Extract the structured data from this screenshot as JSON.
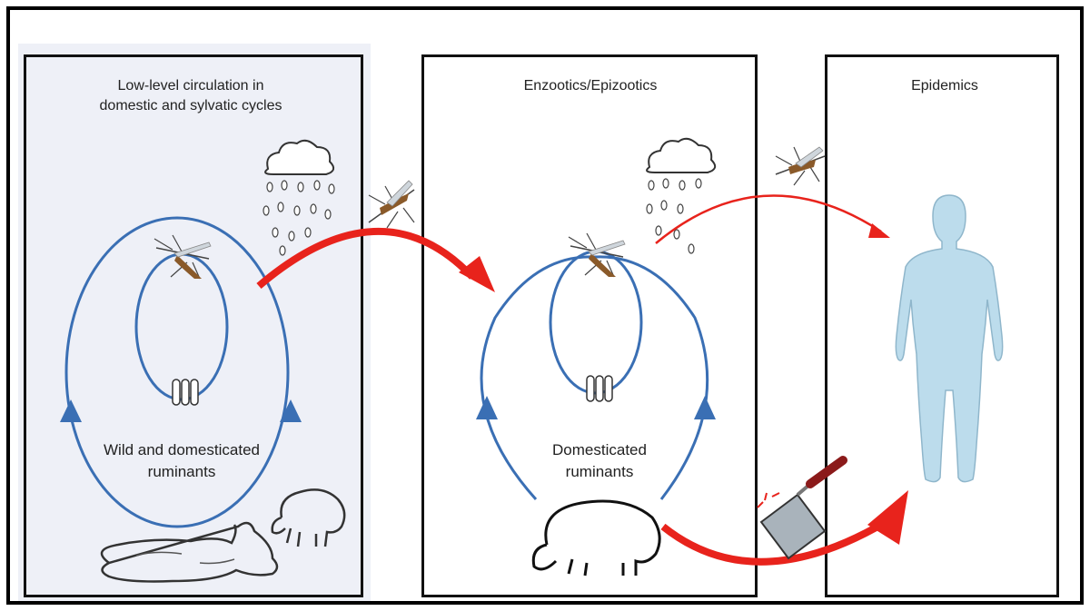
{
  "panels": [
    {
      "id": "low-level",
      "title_line1": "Low-level circulation in",
      "title_line2": "domestic and sylvatic cycles",
      "label_line1": "Wild and domesticated",
      "label_line2": "ruminants"
    },
    {
      "id": "enzootics",
      "title": "Enzootics/Epizootics",
      "label_line1": "Domesticated",
      "label_line2": "ruminants"
    },
    {
      "id": "epidemics",
      "title": "Epidemics"
    }
  ],
  "colors": {
    "cycle_blue": "#3a6fb4",
    "transmission_red": "#e8231c",
    "human_blue": "#bcdcec",
    "panel_shade": "#eef0f7"
  },
  "icons": [
    "rain-cloud-icon",
    "mosquito-icon",
    "mosquito-eggs-icon",
    "cow-icon",
    "sheep-icon",
    "cleaver-icon",
    "human-silhouette-icon"
  ]
}
